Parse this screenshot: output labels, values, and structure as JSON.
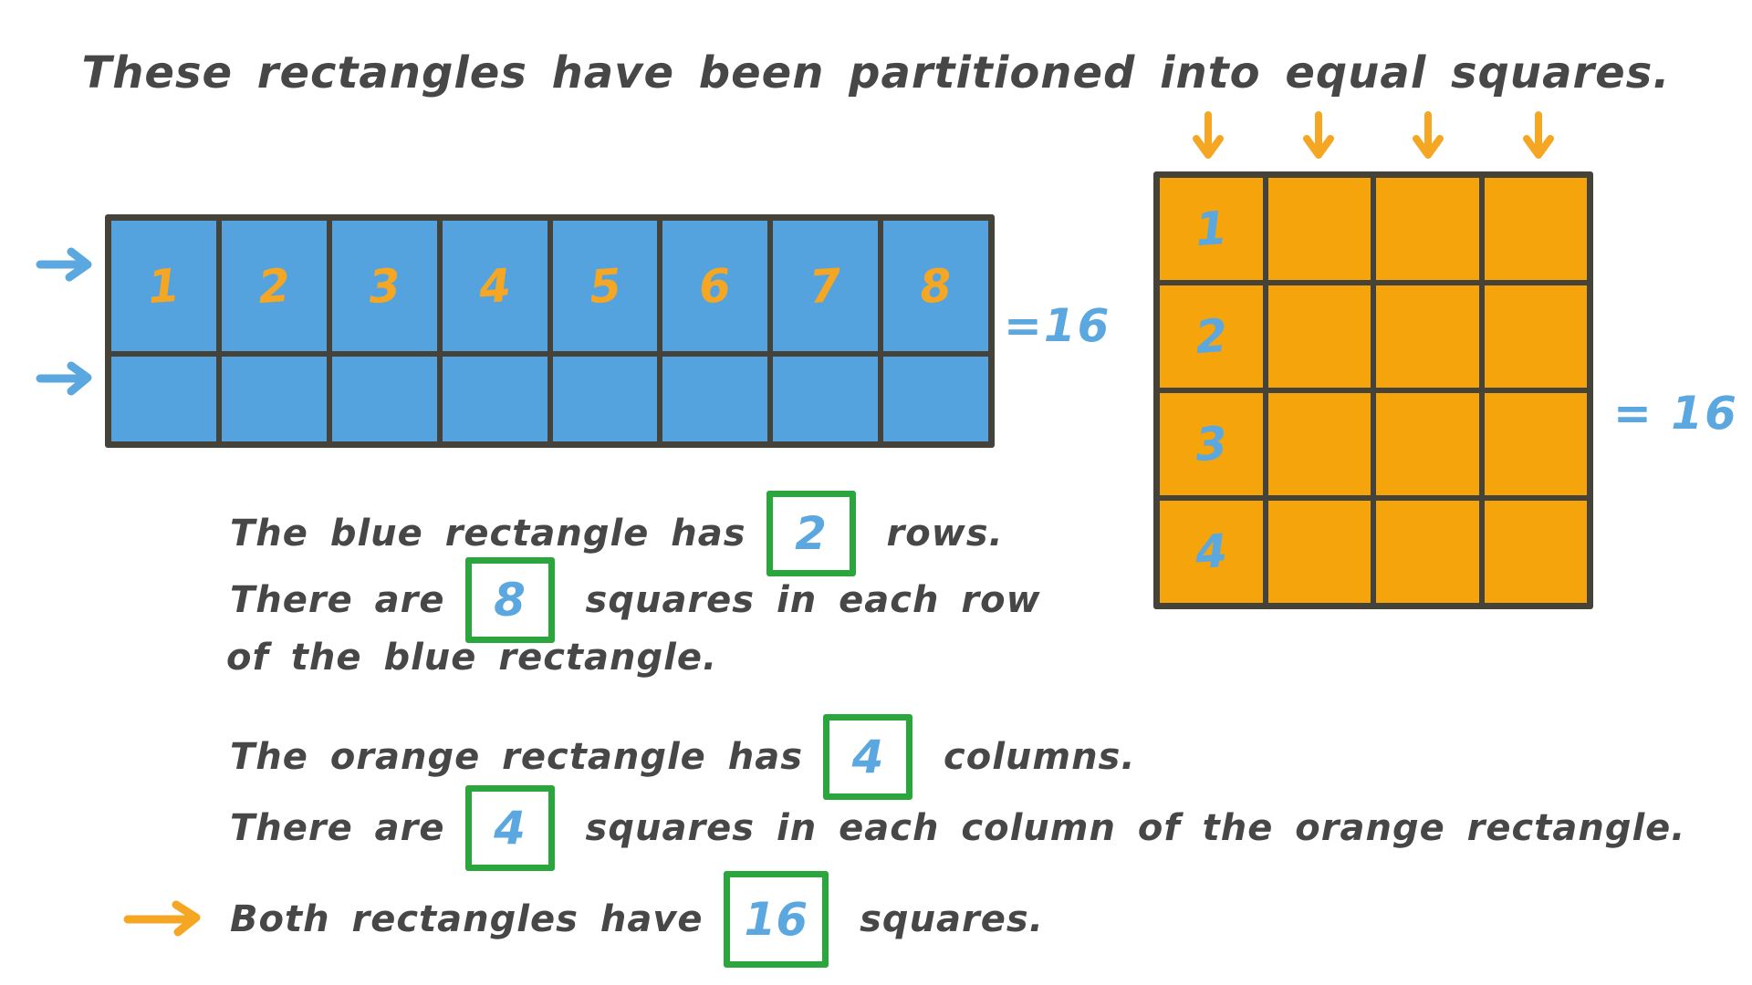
{
  "title": "These rectangles have been partitioned into equal squares.",
  "colors": {
    "blue_fill": "#55A3DE",
    "orange_fill": "#F5A40C",
    "blue_accent": "#5BA7E0",
    "orange_accent": "#F5A623",
    "green_accent": "#2BA63C",
    "ink": "#474747",
    "line": "#454239",
    "paper": "#FFFFFF"
  },
  "blue_grid": {
    "rows": 2,
    "columns": 8,
    "cell_labels": [
      "1",
      "2",
      "3",
      "4",
      "5",
      "6",
      "7",
      "8"
    ],
    "label_placement": "first-row",
    "total_label": "=16"
  },
  "orange_grid": {
    "rows": 4,
    "columns": 4,
    "cell_labels": [
      "1",
      "2",
      "3",
      "4"
    ],
    "label_placement": "first-column",
    "total_label": "= 16"
  },
  "statements": {
    "blue_rows": {
      "before": "The blue rectangle has",
      "value": "2",
      "after": "rows."
    },
    "blue_squares": {
      "before": "There are",
      "value": "8",
      "after": "squares in each row"
    },
    "blue_squares_cont": "of the blue rectangle.",
    "orange_columns": {
      "before": "The orange rectangle has",
      "value": "4",
      "after": "columns."
    },
    "orange_squares": {
      "before": "There are",
      "value": "4",
      "after": "squares in each column of the orange rectangle."
    },
    "conclusion": {
      "before": "Both rectangles have",
      "value": "16",
      "after": "squares."
    }
  }
}
